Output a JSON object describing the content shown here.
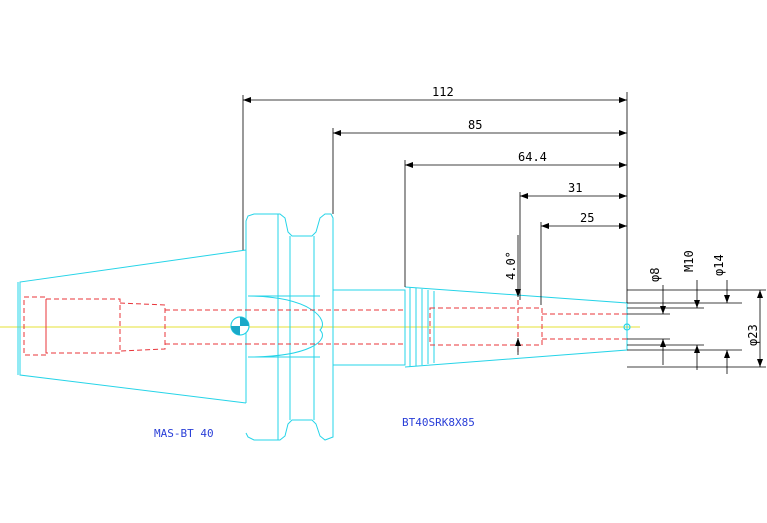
{
  "drawing": {
    "labels": {
      "holder": "MAS-BT 40",
      "tool": "BT40SRK8X85"
    },
    "dimensions": {
      "d112": "112",
      "d85": "85",
      "d64": "64.4",
      "d31": "31",
      "d25": "25",
      "angle": "4.0°",
      "phi8": "φ8",
      "m10": "M10",
      "phi14": "φ14",
      "phi23": "φ23"
    },
    "colors": {
      "outline": "#26d4e8",
      "hidden_line": "#e8343a",
      "center_line": "#e6e236",
      "dimension": "#000000",
      "label": "#2a3fd8"
    }
  }
}
